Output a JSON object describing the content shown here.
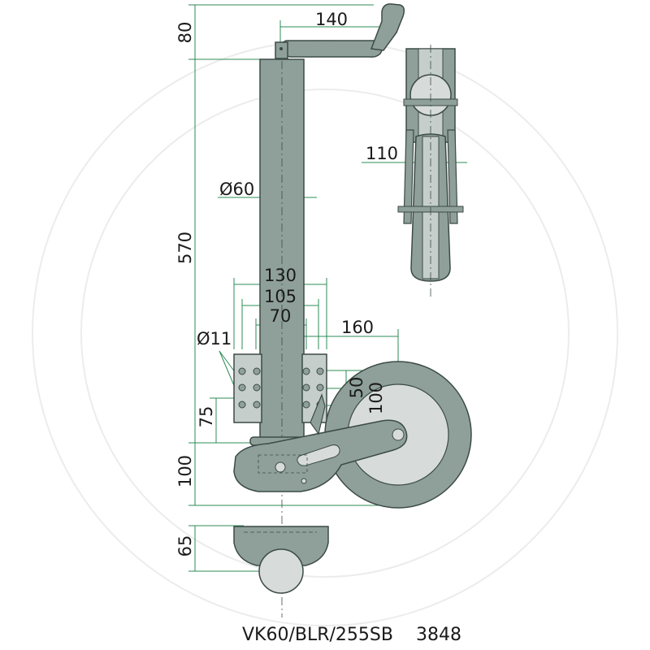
{
  "drawing": {
    "caption_model": "VK60/BLR/255SB",
    "caption_number": "3848",
    "colors": {
      "body": "#8fa09a",
      "outline": "#3c4a46",
      "dimension": "#2e8b57",
      "watermark": "#e6e6e6",
      "hub": "#d7dcda"
    },
    "dimensions": {
      "crank_height": "80",
      "crank_reach": "140",
      "tube_height": "570",
      "tube_diameter": "Ø60",
      "bracket_width_outer": "130",
      "bracket_width_mid": "105",
      "bracket_width_inner": "70",
      "hole_diameter": "Ø11",
      "wheel_offset": "160",
      "hole_spacing": "50",
      "wheel_lift": "100",
      "bracket_height": "75",
      "foot_height": "100",
      "clamp_height": "65",
      "wheel_width": "110"
    }
  }
}
